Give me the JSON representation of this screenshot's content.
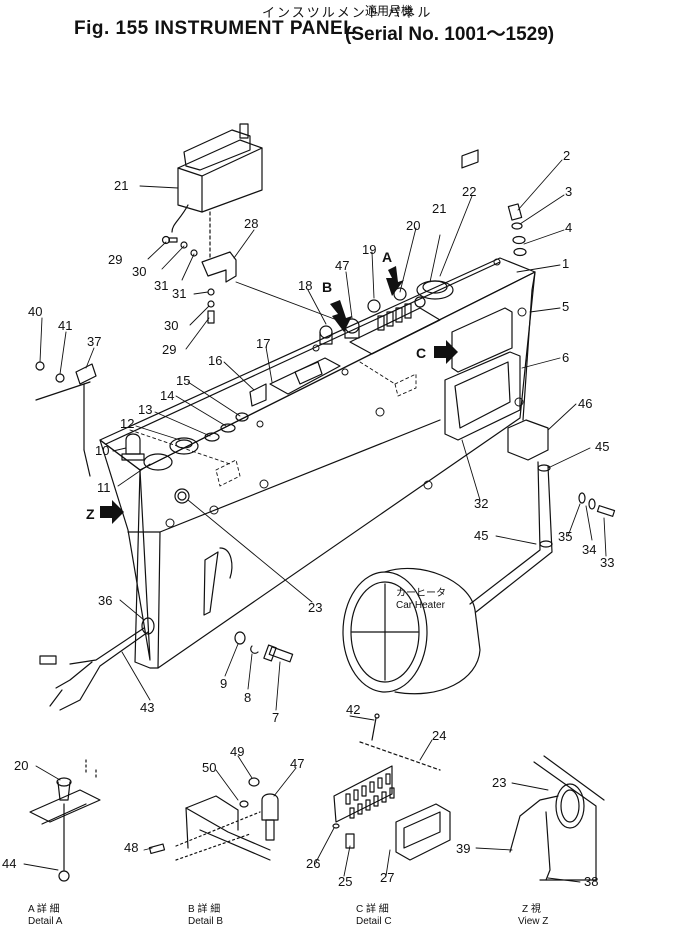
{
  "header": {
    "title_jp": "インスツルメント パネル",
    "figure_title": "Fig. 155 INSTRUMENT PANEL",
    "applicability_jp": "適用号機",
    "serial": "(Serial No. 1001～1529)"
  },
  "callouts": [
    "1",
    "2",
    "3",
    "4",
    "5",
    "6",
    "7",
    "8",
    "9",
    "10",
    "11",
    "12",
    "13",
    "14",
    "15",
    "16",
    "17",
    "18",
    "19",
    "20",
    "21",
    "22",
    "23",
    "24",
    "25",
    "26",
    "27",
    "28",
    "29",
    "30",
    "31",
    "32",
    "33",
    "34",
    "35",
    "36",
    "37",
    "38",
    "39",
    "40",
    "41",
    "42",
    "43",
    "44",
    "45",
    "46",
    "47",
    "48",
    "49",
    "50"
  ],
  "view_markers": {
    "a": "A",
    "b": "B",
    "c": "C",
    "z": "Z"
  },
  "heater_label_jp": "カーヒータ",
  "heater_label": "Car Heater",
  "details": {
    "a_jp": "A 詳 細",
    "a": "Detail A",
    "b_jp": "B 詳 細",
    "b": "Detail B",
    "c_jp": "C 詳 細",
    "c": "Detail C",
    "z_jp": "Z 視",
    "z": "View Z"
  }
}
